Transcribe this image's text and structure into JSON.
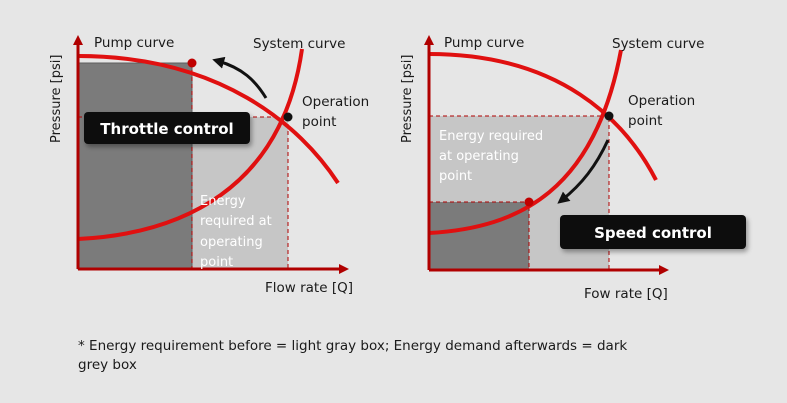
{
  "left": {
    "pump_label": "Pump curve",
    "system_label": "System curve",
    "operation_line1": "Operation",
    "operation_line2": "point",
    "badge": "Throttle control",
    "energy_line1": "Energy",
    "energy_line2": "required at",
    "energy_line3": "operating",
    "energy_line4": "point",
    "x_label": "Flow rate [Q]",
    "y_label": "Pressure [psi]"
  },
  "right": {
    "pump_label": "Pump curve",
    "system_label": "System curve",
    "operation_line1": "Operation",
    "operation_line2": "point",
    "badge": "Speed control",
    "energy_line1": "Energy required",
    "energy_line2": "at operating",
    "energy_line3": "point",
    "x_label": "Fow rate [Q]",
    "y_label": "Pressure [psi]"
  },
  "footnote": "* Energy requirement before = light gray box; Energy demand afterwards = dark grey box",
  "colors": {
    "curve": "#e01010",
    "dark_box": "#7b7b7b",
    "light_box": "#c6c6c6",
    "axis": "#b00000",
    "badge_bg": "#111111"
  }
}
